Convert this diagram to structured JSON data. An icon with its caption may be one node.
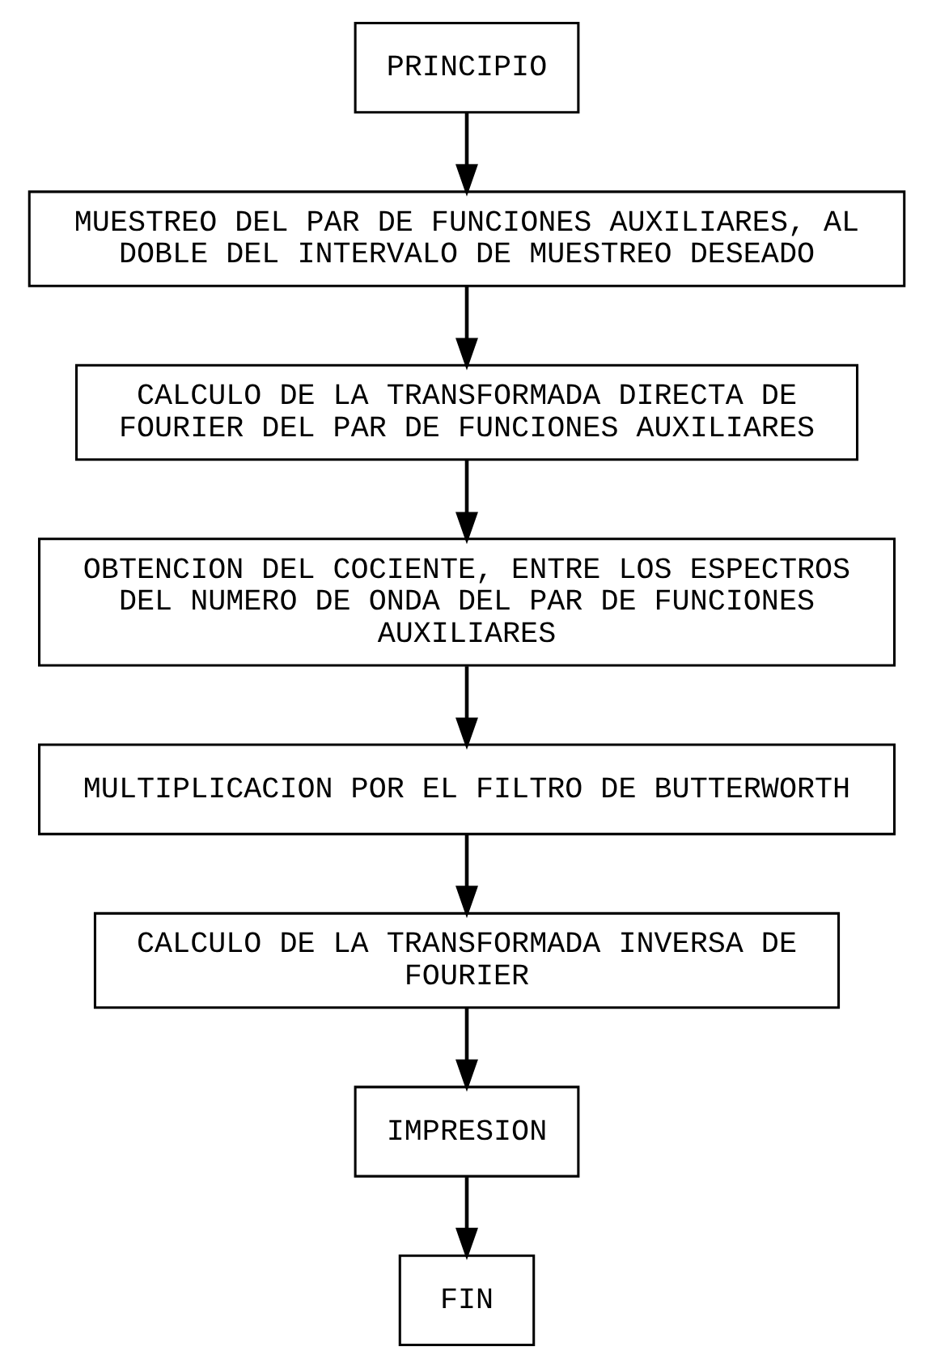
{
  "diagram": {
    "nodes": [
      {
        "text": [
          "PRINCIPIO"
        ]
      },
      {
        "text": [
          "MUESTREO DEL PAR DE FUNCIONES AUXILIARES, AL DOBLE DEL INTERVALO DE MUESTREO DESEADO"
        ]
      },
      {
        "text": [
          "CALCULO DE LA TRANSFORMADA DIRECTA DE FOURIER DEL PAR DE FUNCIONES AUXILIARES"
        ]
      },
      {
        "text": [
          "OBTENCION DEL COCIENTE, ENTRE LOS ESPECTROS DEL NUMERO DE ONDA DEL PAR DE FUNCIONES AUXILIARES"
        ]
      },
      {
        "text": [
          "MULTIPLICACION POR EL FILTRO DE BUTTERWORTH"
        ]
      },
      {
        "text": [
          "CALCULO DE LA TRANSFORMADA INVERSA DE FOURIER"
        ]
      },
      {
        "text": [
          "IMPRESION"
        ]
      },
      {
        "text": [
          "FIN"
        ]
      }
    ],
    "edges": [
      {
        "from": 0,
        "to": 1,
        "arrow": "to"
      },
      {
        "from": 1,
        "to": 2,
        "arrow": "to"
      },
      {
        "from": 2,
        "to": 3,
        "arrow": "to"
      },
      {
        "from": 3,
        "to": 4,
        "arrow": "to"
      },
      {
        "from": 4,
        "to": 5,
        "arrow": "to"
      },
      {
        "from": 5,
        "to": 6,
        "arrow": "to"
      },
      {
        "from": 6,
        "to": 7,
        "arrow": "to"
      }
    ]
  }
}
